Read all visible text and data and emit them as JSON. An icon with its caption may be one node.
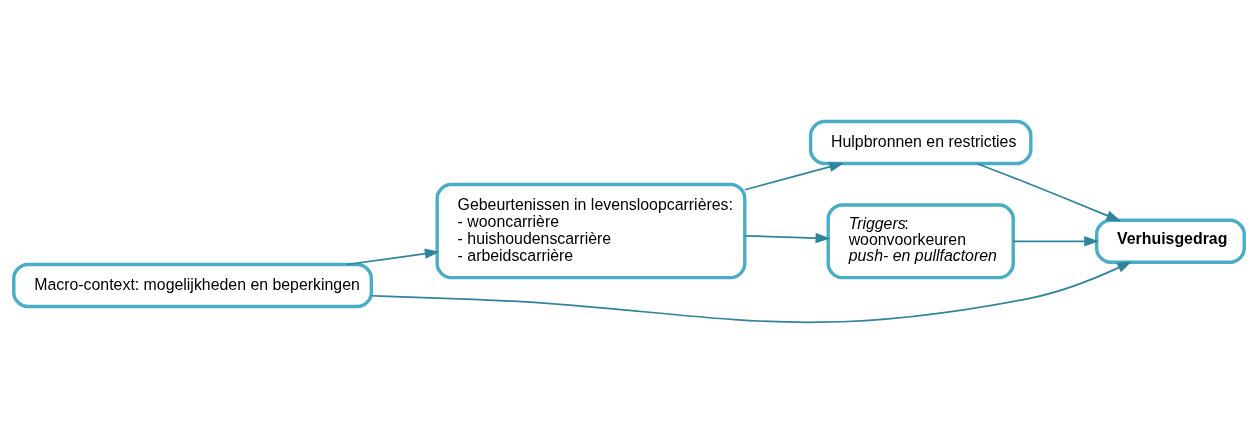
{
  "diagram": {
    "nodes": [
      {
        "text": [
          "Macro-context: mogelijkheden en beperkingen"
        ]
      },
      {
        "text": [
          "Gebeurtenissen in levensloopcarrières:",
          "- wooncarrière",
          "- huishoudenscarrière",
          "- arbeidscarrière"
        ]
      },
      {
        "text": [
          "Hulpbronnen en restricties"
        ]
      },
      {
        "text": [
          "*Triggers*:",
          "woonvoorkeuren",
          "*push- en pullfactoren*"
        ]
      },
      {
        "text": [
          "Verhuisgedrag"
        ]
      }
    ],
    "edges": [
      {
        "from": 0,
        "to": 1,
        "arrow": "to"
      },
      {
        "from": 0,
        "to": 4,
        "arrow": "to"
      },
      {
        "from": 1,
        "to": 2,
        "arrow": "to"
      },
      {
        "from": 1,
        "to": 3,
        "arrow": "to"
      },
      {
        "from": 2,
        "to": 4,
        "arrow": "to"
      },
      {
        "from": 3,
        "to": 4,
        "arrow": "to"
      }
    ]
  }
}
